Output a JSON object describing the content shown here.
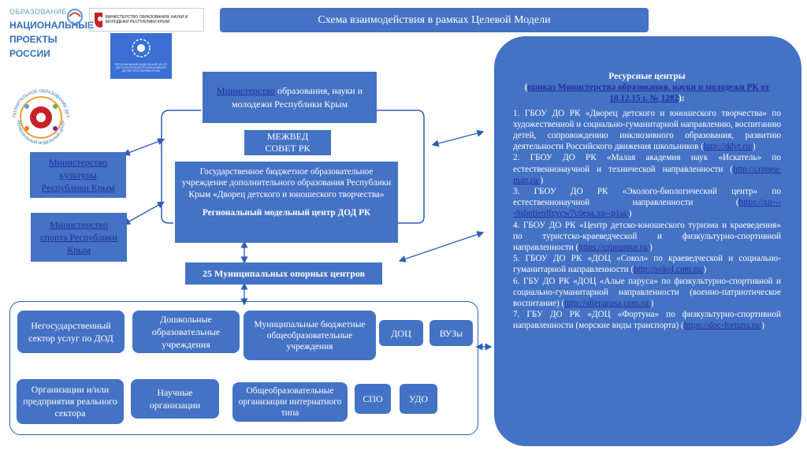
{
  "header": {
    "title": "Схема взаимодействия в рамках Целевой Модели"
  },
  "logos": {
    "national_projects": {
      "line1": "ОБРАЗОВАНИЕ",
      "line2": "НАЦИОНАЛЬНЫЕ",
      "line3": "ПРОЕКТЫ",
      "line4": "РОССИИ",
      "icon": "national-projects-emblem"
    },
    "ministry": {
      "text": "МИНИСТЕРСТВО ОБРАЗОВАНИЯ, НАУКИ И МОЛОДЕЖИ РЕСПУБЛИКИ КРЫМ",
      "icon": "crimea-coat-of-arms"
    },
    "center_caption": "РЕГИОНАЛЬНЫЙ МОДЕЛЬНЫЙ ЦЕНТР ДОПОЛНИТЕЛЬНОГО ОБРАЗОВАНИЯ ДЕТЕЙ РЕСПУБЛИКИ КРЫМ",
    "circle_top": "ДОПОЛНИТЕЛЬНОЕ ОБРАЗОВАНИЕ ДЕТЕЙ",
    "circle_bottom": "РЕГИОНАЛЬНЫЙ МОДЕЛЬНЫЙ ЦЕНТР"
  },
  "nodes": {
    "ministry_edu_link": "Министерство",
    "ministry_edu_rest": " образования, науки и молодежи Республики Крым",
    "mezhved": "МЕЖВЕД СОВЕТ РК",
    "dvorets": "Государственное бюджетное образовательное учреждение дополнительного образования Республики Крым «Дворец детского и юношеского творчества»",
    "regional_center": "Региональный модельный центр ДОД РК",
    "ministry_culture": "Министерство культуры Республики Крым",
    "ministry_sport": "Министерство спорта Республики Крым",
    "municipal_centers": "25 Муниципальных опорных центров"
  },
  "partners": {
    "row1": [
      "Негосударственный сектор услуг по ДОД",
      "Дошкольные образовательные учреждения",
      "Муниципальные бюджетные общеобразовательные учреждения",
      "ДОЦ",
      "ВУЗы"
    ],
    "row2": [
      "Организации и/или предприятия реального сектора",
      "Научные организации",
      "Общеобразовательные организации интернатного типа",
      "СПО",
      "УДО"
    ]
  },
  "resources": {
    "title": "Ресурсные центры",
    "order_open": "(",
    "order_link": "приказ Министерства образования, науки и молодежи РК от 10.12.15 г. № 1282",
    "order_close": "):",
    "items": [
      {
        "text": "1. ГБОУ ДО РК «Дворец детского и юношеского творчества» по художественной и социально-гуманитарной направлению, воспитанию детей, сопровождению инклюзивного образования, развитию деятельности Российского движения школьников",
        "url": "http://ddyt.ru/"
      },
      {
        "text": "2. ГБОУ ДО РК «Малая академия наук «Искатель» по естественнонаучной и технической направленности",
        "url": "http://crimea-man.ru/"
      },
      {
        "text": "3. ГБОУ ДО РК «Эколого-биологический центр» по естественнонаучной направленности",
        "url": "https://xn----9sbnlieoffcycw7c0esa.xn--p1ai/"
      },
      {
        "text": "4. ГБОУ ДО РК «Центр детско-юношеского туризма и краеведения» по туристско-краеведческой и физкультурно-спортивной направленности",
        "url": "https://crimuntur.ru/"
      },
      {
        "text": "5. ГБОУ ДО РК «ДОЦ «Сокол» по краеведческой и социально-гуманитарной направленности",
        "url": "http://sokol.com.ru/"
      },
      {
        "text": "6. ГБУ ДО РК «ДОЦ «Алые паруса» по физкультурно-спортивной и социально-гуманитарной направленности (военно-патриотическое воспитание)",
        "url": "http://alieparusa.com.ru/"
      },
      {
        "text": "7. ГБУ ДО РК «ДОЦ «Фортуна» по физкультурно-спортивной направленности (морские виды транспорта)",
        "url": "https://doc-fortuna.ru/"
      }
    ]
  },
  "colors": {
    "box_blue": "#4472c4",
    "link_blue": "#1f2e9c",
    "line_blue": "#2e5cb8"
  }
}
